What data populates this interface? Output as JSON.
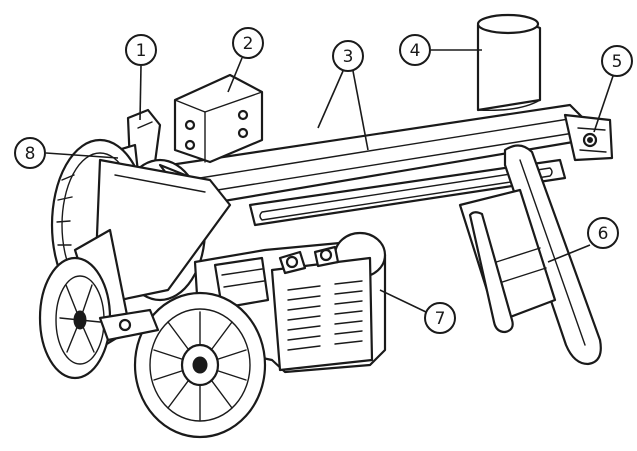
{
  "callouts": [
    {
      "number": "1"
    },
    {
      "number": "2"
    },
    {
      "number": "3"
    },
    {
      "number": "4"
    },
    {
      "number": "5"
    },
    {
      "number": "6"
    },
    {
      "number": "7"
    },
    {
      "number": "8"
    }
  ],
  "colors": {
    "ink": "#1a1a1a",
    "paper": "#ffffff",
    "shade": "#e6e6e6"
  }
}
